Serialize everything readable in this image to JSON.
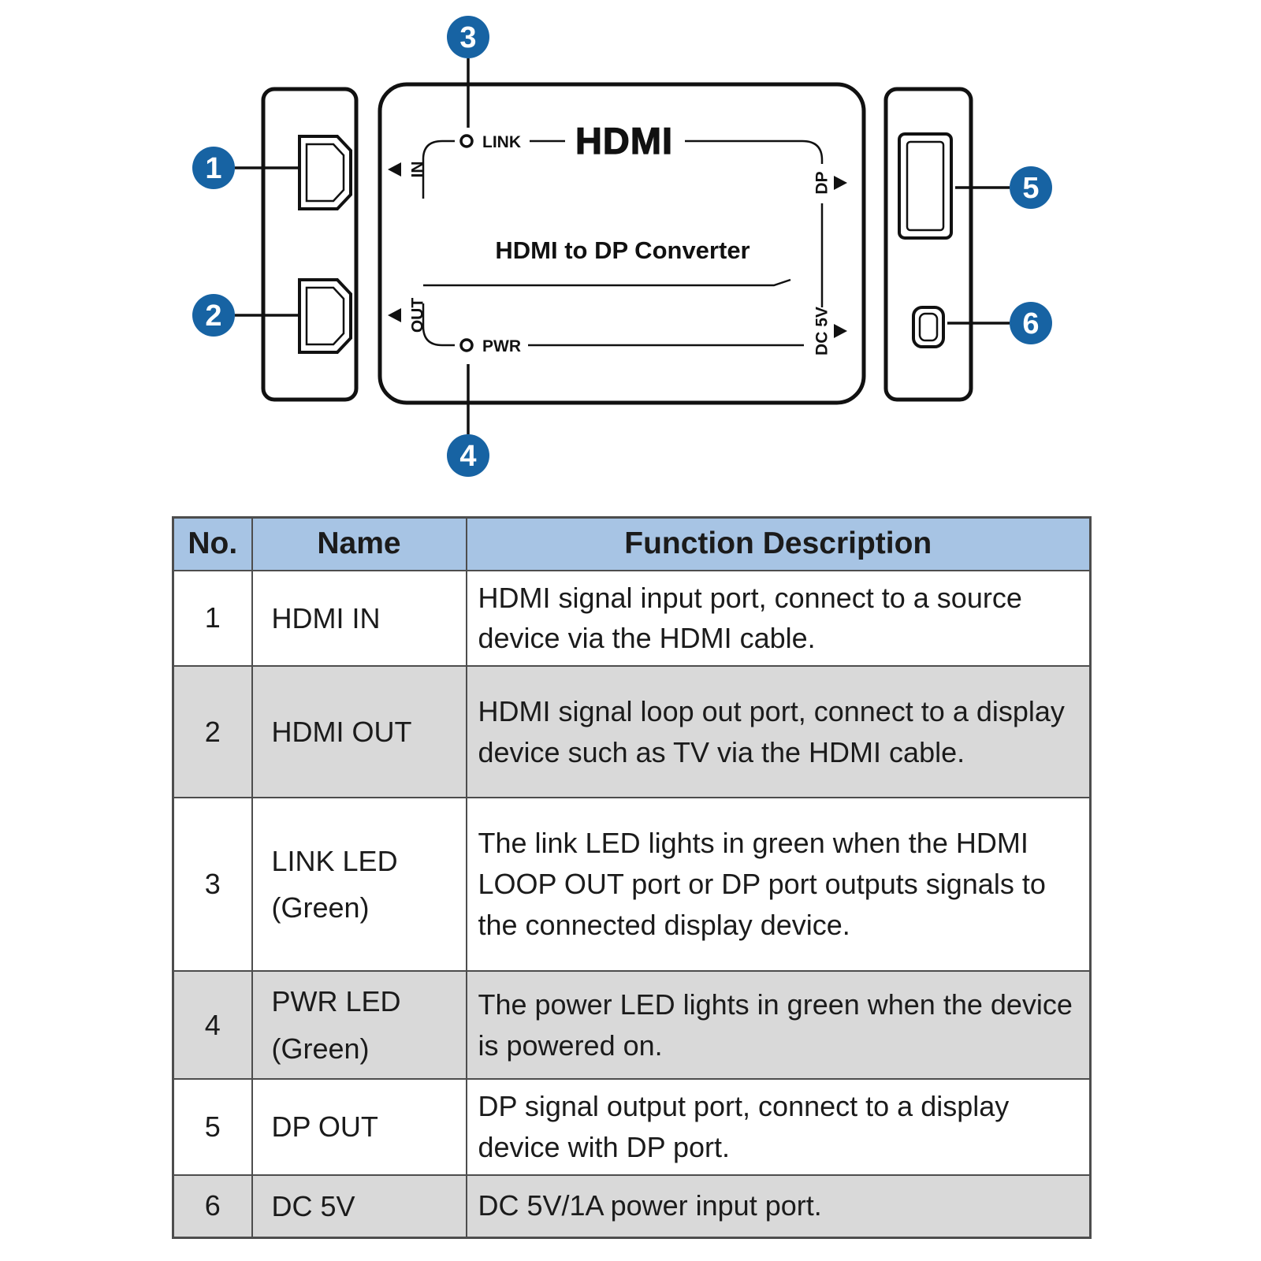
{
  "diagram": {
    "title": "HDMI to DP Converter",
    "logo": "HDMI",
    "labels": {
      "link": "LINK",
      "pwr": "PWR",
      "in": "IN",
      "out": "OUT",
      "dp": "DP",
      "dc": "DC 5V"
    },
    "callouts": [
      "1",
      "2",
      "3",
      "4",
      "5",
      "6"
    ]
  },
  "table": {
    "headers": [
      "No.",
      "Name",
      "Function Description"
    ],
    "rows": [
      {
        "no": "1",
        "name": "HDMI IN",
        "desc": "HDMI signal input port, connect to a source device via the HDMI cable."
      },
      {
        "no": "2",
        "name": "HDMI OUT",
        "desc": "HDMI signal loop out port, connect to a display device such as TV via the HDMI cable."
      },
      {
        "no": "3",
        "name": "LINK LED\n(Green)",
        "desc": "The link LED lights in green when the HDMI LOOP OUT port or DP port outputs signals to the connected display device."
      },
      {
        "no": "4",
        "name": "PWR LED\n(Green)",
        "desc": "The power LED lights in green when the device is powered on."
      },
      {
        "no": "5",
        "name": "DP OUT",
        "desc": "DP signal output port, connect to a display device with DP port."
      },
      {
        "no": "6",
        "name": "DC 5V",
        "desc": "DC 5V/1A power input port."
      }
    ]
  },
  "colors": {
    "callout_blue": "#1763a3",
    "header_bg": "#a7c4e4",
    "row_alt_bg": "#d9d9d9"
  }
}
